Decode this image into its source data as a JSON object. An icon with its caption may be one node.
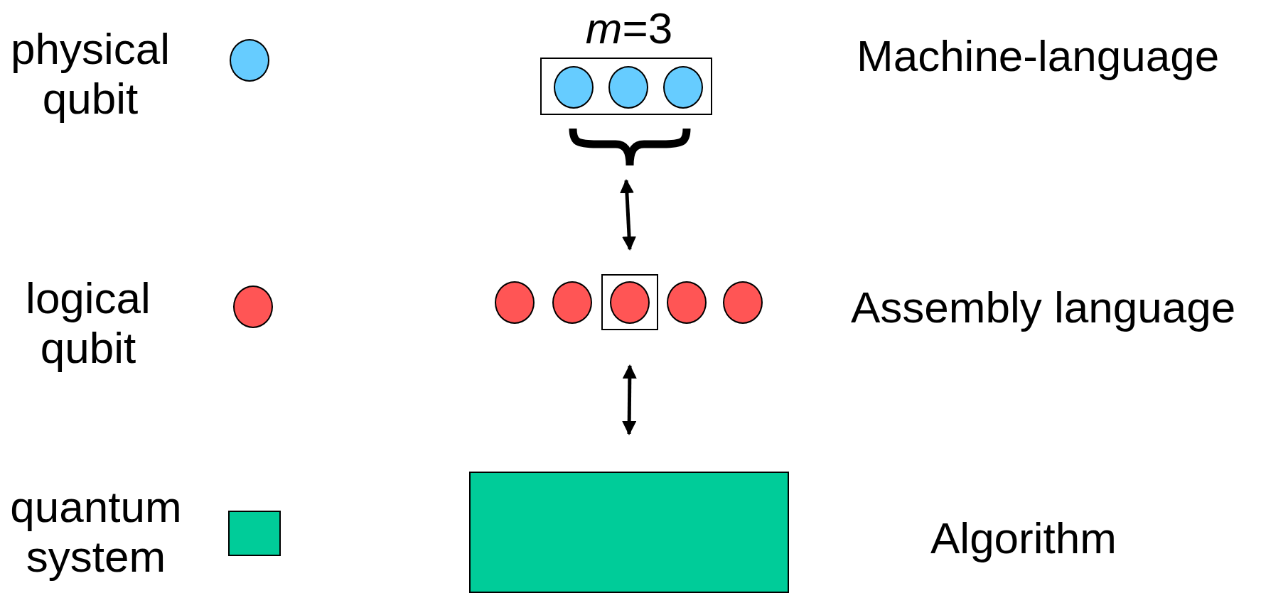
{
  "diagram": {
    "nodes": [
      {
        "text": [],
        "shape": "box"
      },
      {
        "text": [],
        "shape": "circle",
        "in": 0
      },
      {
        "text": [],
        "shape": "circle",
        "in": 0
      },
      {
        "text": [],
        "shape": "circle",
        "in": 0
      },
      {
        "text": [],
        "shape": "circle"
      },
      {
        "text": [],
        "shape": "circle"
      },
      {
        "text": [],
        "shape": "box"
      },
      {
        "text": [],
        "shape": "circle",
        "in": 6
      },
      {
        "text": [],
        "shape": "circle"
      },
      {
        "text": [],
        "shape": "circle"
      },
      {
        "text": [],
        "shape": "box"
      }
    ],
    "edges": [
      {
        "from": 0,
        "to": 6,
        "arrow": "both"
      },
      {
        "from": 6,
        "to": 10,
        "arrow": "both"
      }
    ],
    "labels": [
      "*m*=3",
      "Machine-language",
      "Assembly language",
      "Algorithm"
    ],
    "legend": [
      {
        "text": "physical qubit",
        "color": "#66ccff"
      },
      {
        "text": "logical qubit",
        "color": "#ff5555"
      },
      {
        "text": "quantum system",
        "color": "#00cc99"
      }
    ]
  }
}
